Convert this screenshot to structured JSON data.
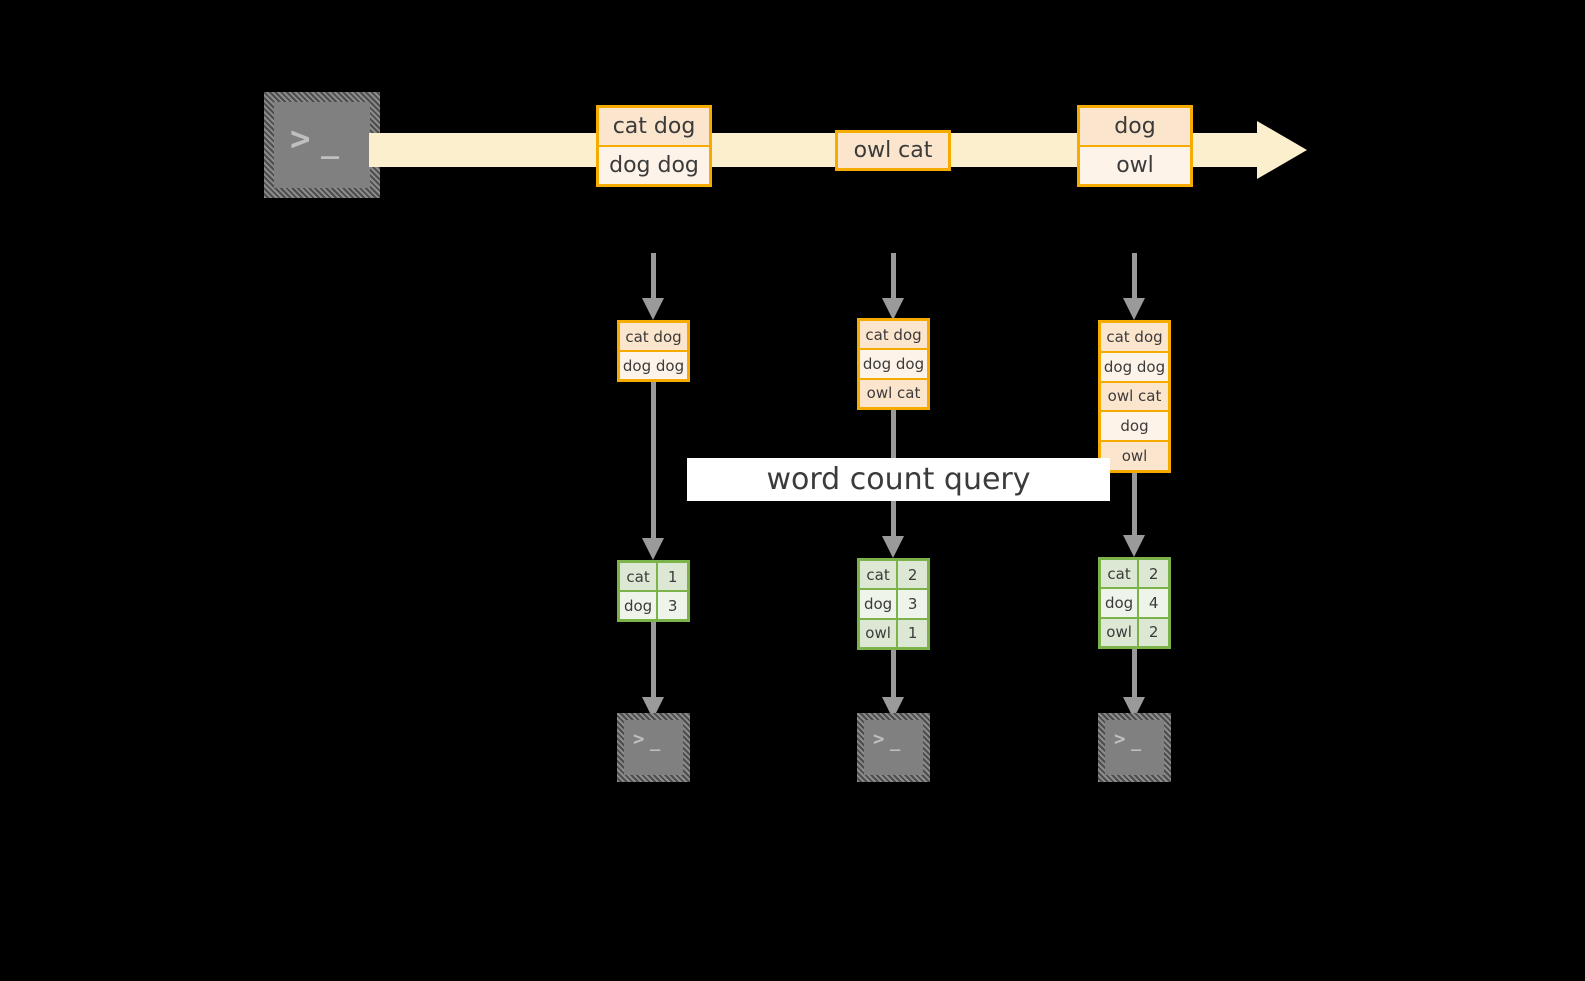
{
  "diagram": {
    "background_color": "#000000",
    "accent_orange": "#f5ab00",
    "accent_green": "#7cb24a",
    "stream_band_color": "#fcefcd",
    "connector_color": "#9a9a9a",
    "terminal_color": "#808080",
    "query_label": "word count query",
    "terminal_glyph_prompt": ">",
    "terminal_glyph_cursor": "_"
  },
  "stream": {
    "source_icon": "terminal-icon",
    "events": [
      {
        "id": "event-group-1",
        "rows": [
          {
            "text": "cat dog",
            "shade": "dark"
          },
          {
            "text": "dog dog",
            "shade": "light"
          }
        ]
      },
      {
        "id": "event-group-2",
        "rows": [
          {
            "text": "owl cat",
            "shade": "dark"
          }
        ]
      },
      {
        "id": "event-group-3",
        "rows": [
          {
            "text": "dog",
            "shade": "dark"
          },
          {
            "text": "owl",
            "shade": "light"
          }
        ]
      }
    ]
  },
  "snapshots": [
    {
      "id": "snapshot-1",
      "rows": [
        {
          "text": "cat dog",
          "shade": "dark"
        },
        {
          "text": "dog dog",
          "shade": "light"
        }
      ],
      "result": {
        "rows": [
          {
            "key": "cat",
            "value": "1",
            "shade": "dark"
          },
          {
            "key": "dog",
            "value": "3",
            "shade": "light"
          }
        ]
      },
      "sink_icon": "terminal-icon"
    },
    {
      "id": "snapshot-2",
      "rows": [
        {
          "text": "cat dog",
          "shade": "dark"
        },
        {
          "text": "dog dog",
          "shade": "light"
        },
        {
          "text": "owl cat",
          "shade": "dark"
        }
      ],
      "result": {
        "rows": [
          {
            "key": "cat",
            "value": "2",
            "shade": "dark"
          },
          {
            "key": "dog",
            "value": "3",
            "shade": "light"
          },
          {
            "key": "owl",
            "value": "1",
            "shade": "dark"
          }
        ]
      },
      "sink_icon": "terminal-icon"
    },
    {
      "id": "snapshot-3",
      "rows": [
        {
          "text": "cat dog",
          "shade": "dark"
        },
        {
          "text": "dog dog",
          "shade": "light"
        },
        {
          "text": "owl cat",
          "shade": "dark"
        },
        {
          "text": "dog",
          "shade": "light"
        },
        {
          "text": "owl",
          "shade": "dark"
        }
      ],
      "result": {
        "rows": [
          {
            "key": "cat",
            "value": "2",
            "shade": "dark"
          },
          {
            "key": "dog",
            "value": "4",
            "shade": "light"
          },
          {
            "key": "owl",
            "value": "2",
            "shade": "dark"
          }
        ]
      },
      "sink_icon": "terminal-icon"
    }
  ]
}
